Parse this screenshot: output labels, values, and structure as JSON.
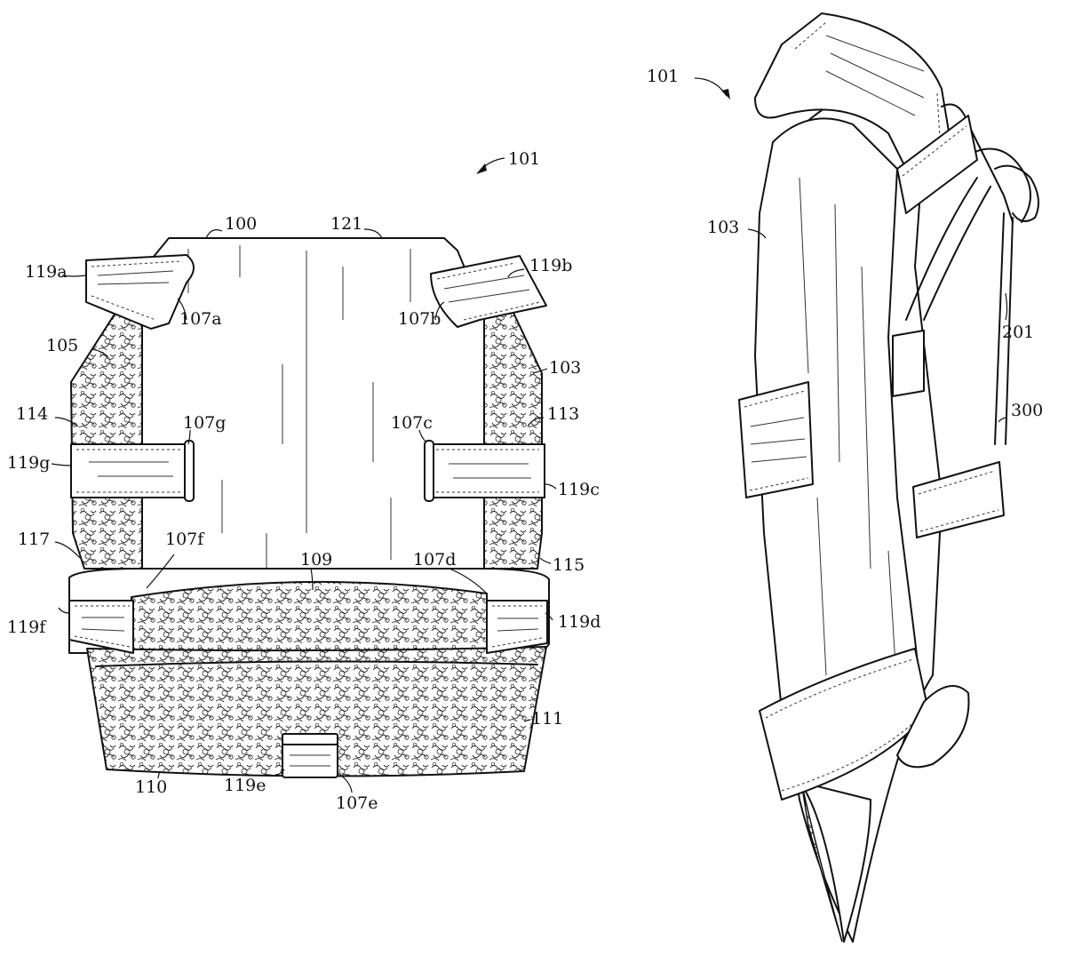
{
  "labels": {
    "fig_front_ref": "101",
    "fig_side_ref": "101",
    "l100": "100",
    "l121": "121",
    "l119a": "119a",
    "l119b": "119b",
    "l107a": "107a",
    "l107b": "107b",
    "l105": "105",
    "l103": "103",
    "l114": "114",
    "l113": "113",
    "l107g": "107g",
    "l107c": "107c",
    "l119g": "119g",
    "l119c": "119c",
    "l117": "117",
    "l115": "115",
    "l107f": "107f",
    "l109": "109",
    "l107d": "107d",
    "l119f": "119f",
    "l119d": "119d",
    "l111": "111",
    "l110": "110",
    "l119e": "119e",
    "l107e": "107e",
    "side103": "103",
    "side201": "201",
    "side300": "300"
  }
}
